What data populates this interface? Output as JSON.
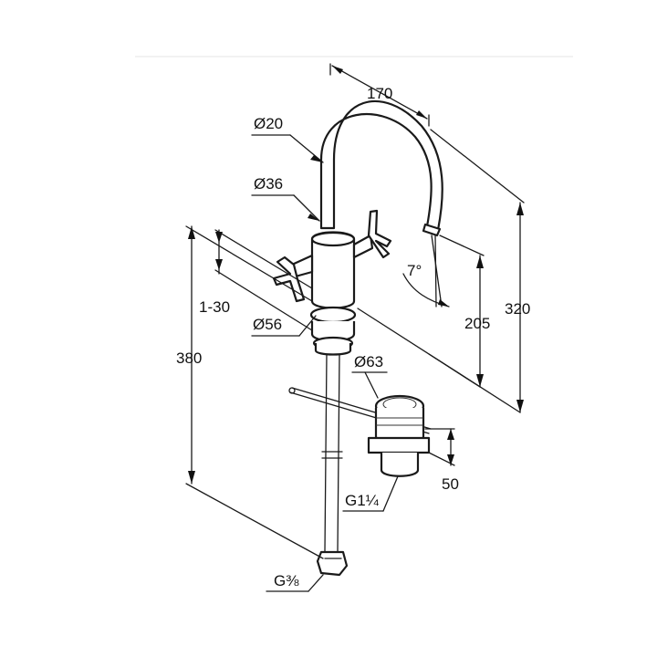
{
  "dimensions": {
    "spout_reach": "170",
    "spout_diameter": "Ø20",
    "body_diameter": "Ø36",
    "spout_angle": "7°",
    "clamping_range": "1-30",
    "base_diameter": "Ø56",
    "drain_diameter": "Ø63",
    "spout_height": "205",
    "total_height": "320",
    "hose_length": "380",
    "drain_length": "50",
    "drain_thread": "G1¼",
    "supply_thread": "G⅜"
  }
}
